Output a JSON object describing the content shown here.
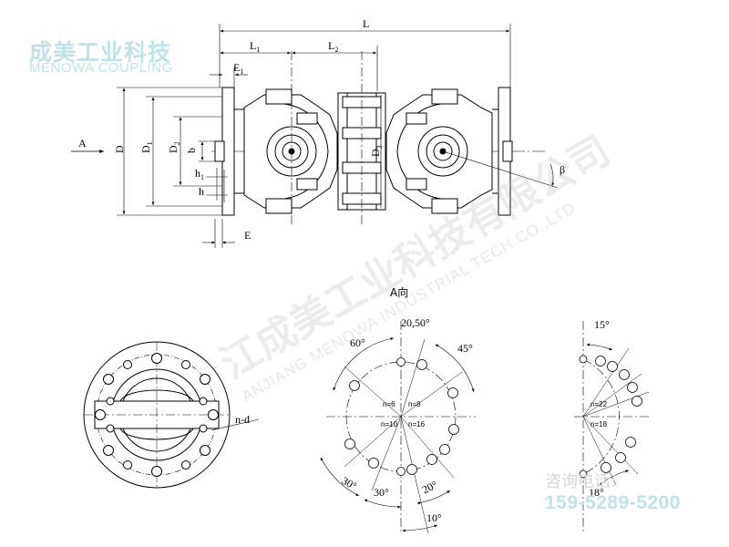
{
  "brand": {
    "name_cn": "成美工业科技",
    "name_en": "MENOWA COUPLING"
  },
  "watermark": {
    "text_cn": "江成美工业科技有限公司",
    "text_en": "ANJIANG MENOWA INDUSTRIAL TECH CO.,LTD"
  },
  "contact": {
    "label": "咨询电话:",
    "phone": "159-5289-5200"
  },
  "dimensions": {
    "L": "L",
    "L1": "L",
    "L1_sub": "1",
    "L2": "L",
    "L2_sub": "2",
    "E1": "E",
    "E1_sub": "1",
    "A": "A",
    "D": "D",
    "D1": "D",
    "D1_sub": "1",
    "D2": "D",
    "D2_sub": "2",
    "b": "b",
    "h1": "h",
    "h1_sub": "1",
    "h": "h",
    "E": "E",
    "D3": "D",
    "D3_sub": "3",
    "beta": "β"
  },
  "view_label": "A向",
  "flange_note": "n-d",
  "bolt_patterns": {
    "top_angle": "20,50°",
    "angle_60": "60°",
    "angle_45": "45°",
    "angle_30_left": "30°",
    "angle_30_bottom": "30°",
    "angle_20": "20°",
    "angle_10": "10°",
    "n6": "n=6",
    "n8": "n=8",
    "n10": "n=10",
    "n16": "n=16"
  },
  "right_pattern": {
    "angle_15": "15°",
    "angle_18": "18°",
    "n22": "n=22",
    "n18": "n=18"
  },
  "colors": {
    "line": "#000000",
    "brand": "#bfe3e6",
    "watermark": "#b9b9b9"
  }
}
